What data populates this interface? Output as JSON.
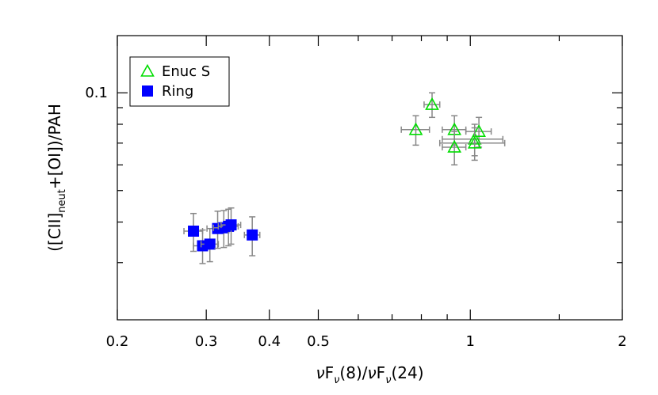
{
  "chart_data": {
    "type": "scatter",
    "title": "",
    "xlabel": {
      "parts": [
        {
          "text": "ν",
          "style": "italic"
        },
        {
          "text": "F"
        },
        {
          "text": "ν",
          "style": "italic",
          "sub": true
        },
        {
          "text": "(8)/"
        },
        {
          "text": "ν",
          "style": "italic"
        },
        {
          "text": "F"
        },
        {
          "text": "ν",
          "style": "italic",
          "sub": true
        },
        {
          "text": "(24)"
        }
      ]
    },
    "ylabel": {
      "parts": [
        {
          "text": "([CII]"
        },
        {
          "text": "neut",
          "sub": true
        },
        {
          "text": "+[OI])/PAH"
        }
      ]
    },
    "xscale": "log",
    "yscale": "log",
    "xlim": [
      0.2,
      2.0
    ],
    "ylim": [
      0.02,
      0.15
    ],
    "x_ticks": [
      {
        "value": 0.2,
        "label": "0.2"
      },
      {
        "value": 0.3,
        "label": "0.3"
      },
      {
        "value": 0.4,
        "label": "0.4"
      },
      {
        "value": 0.5,
        "label": "0.5"
      },
      {
        "value": 1.0,
        "label": "1"
      },
      {
        "value": 2.0,
        "label": "2"
      }
    ],
    "x_minor_ticks": [
      0.6,
      0.7,
      0.8,
      0.9,
      1.5
    ],
    "y_ticks": [
      {
        "value": 0.1,
        "label": "0.1"
      }
    ],
    "y_minor_ticks": [
      0.03,
      0.04,
      0.05,
      0.06,
      0.07,
      0.08,
      0.09
    ],
    "grid": false,
    "legend": {
      "position": "top-left",
      "entries": [
        {
          "label": "Enuc S",
          "marker": "triangle-open",
          "color": "#00dd00"
        },
        {
          "label": "Ring",
          "marker": "square-filled",
          "color": "#0000ff"
        }
      ]
    },
    "errorbar_color": "#888888",
    "series": [
      {
        "name": "Enuc S",
        "marker": "triangle-open",
        "color": "#00dd00",
        "points": [
          {
            "x": 0.84,
            "y": 0.092,
            "xerr": [
              0.03,
              0.03
            ],
            "yerr": [
              0.008,
              0.008
            ]
          },
          {
            "x": 0.78,
            "y": 0.077,
            "xerr": [
              0.05,
              0.05
            ],
            "yerr": [
              0.008,
              0.008
            ]
          },
          {
            "x": 0.93,
            "y": 0.077,
            "xerr": [
              0.05,
              0.05
            ],
            "yerr": [
              0.008,
              0.008
            ]
          },
          {
            "x": 1.04,
            "y": 0.076,
            "xerr": [
              0.06,
              0.06
            ],
            "yerr": [
              0.008,
              0.008
            ]
          },
          {
            "x": 1.02,
            "y": 0.072,
            "xerr": [
              0.14,
              0.14
            ],
            "yerr": [
              0.008,
              0.008
            ]
          },
          {
            "x": 1.02,
            "y": 0.07,
            "xerr": [
              0.15,
              0.15
            ],
            "yerr": [
              0.008,
              0.008
            ]
          },
          {
            "x": 0.93,
            "y": 0.068,
            "xerr": [
              0.05,
              0.05
            ],
            "yerr": [
              0.008,
              0.008
            ]
          }
        ]
      },
      {
        "name": "Ring",
        "marker": "square-filled",
        "color": "#0000ff",
        "points": [
          {
            "x": 0.283,
            "y": 0.0375,
            "xerr": [
              0.012,
              0.012
            ],
            "yerr": [
              0.005,
              0.005
            ]
          },
          {
            "x": 0.295,
            "y": 0.0338,
            "xerr": [
              0.012,
              0.012
            ],
            "yerr": [
              0.004,
              0.004
            ]
          },
          {
            "x": 0.305,
            "y": 0.0342,
            "xerr": [
              0.012,
              0.012
            ],
            "yerr": [
              0.004,
              0.004
            ]
          },
          {
            "x": 0.316,
            "y": 0.0382,
            "xerr": [
              0.015,
              0.015
            ],
            "yerr": [
              0.005,
              0.005
            ]
          },
          {
            "x": 0.325,
            "y": 0.0384,
            "xerr": [
              0.015,
              0.015
            ],
            "yerr": [
              0.005,
              0.005
            ]
          },
          {
            "x": 0.332,
            "y": 0.0388,
            "xerr": [
              0.015,
              0.015
            ],
            "yerr": [
              0.005,
              0.005
            ]
          },
          {
            "x": 0.336,
            "y": 0.0392,
            "xerr": [
              0.015,
              0.015
            ],
            "yerr": [
              0.005,
              0.005
            ]
          },
          {
            "x": 0.37,
            "y": 0.0365,
            "xerr": [
              0.013,
              0.013
            ],
            "yerr": [
              0.005,
              0.005
            ]
          }
        ]
      }
    ]
  }
}
